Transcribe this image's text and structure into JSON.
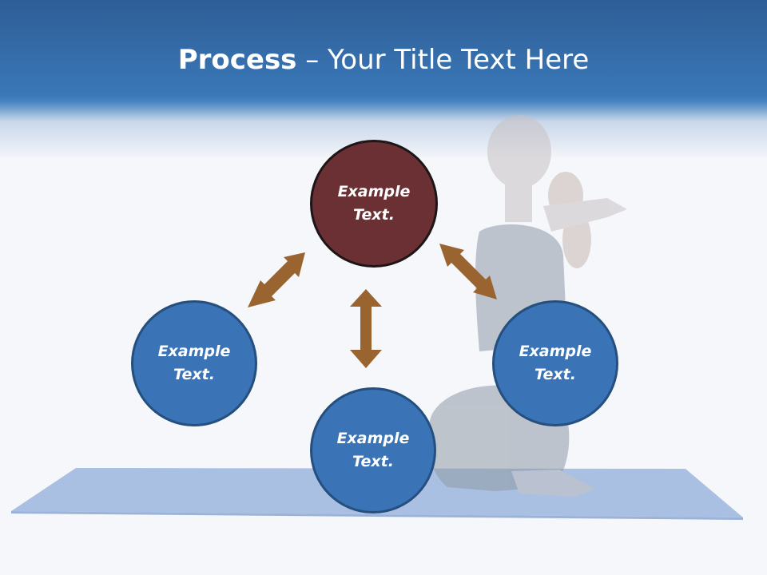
{
  "slide": {
    "title_bold": "Process",
    "title_rest": " – Your Title Text Here"
  },
  "nodes": [
    {
      "id": "top",
      "line1": "Example",
      "line2": "Text."
    },
    {
      "id": "left",
      "line1": "Example",
      "line2": "Text."
    },
    {
      "id": "right",
      "line1": "Example",
      "line2": "Text."
    },
    {
      "id": "bottom",
      "line1": "Example",
      "line2": "Text."
    }
  ],
  "colors": {
    "header": "#3a78b8",
    "top_node": "#6b3033",
    "blue_node": "#3a73b6",
    "arrow": "#9a6430"
  }
}
